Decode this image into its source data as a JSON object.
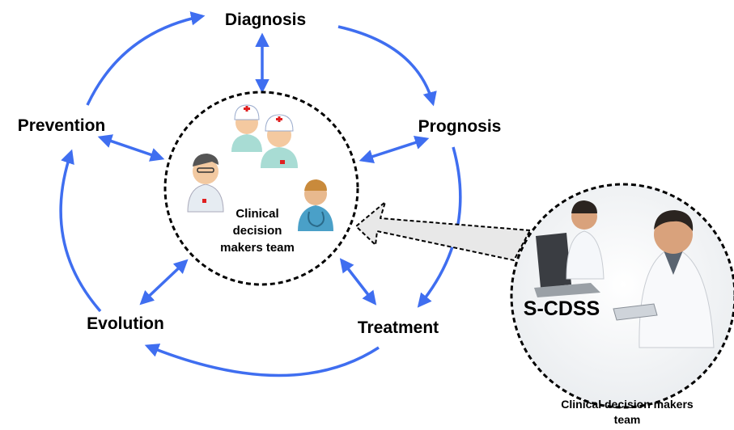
{
  "stages": {
    "diagnosis": "Diagnosis",
    "prognosis": "Prognosis",
    "treatment": "Treatment",
    "evolution": "Evolution",
    "prevention": "Prevention"
  },
  "center": {
    "line1": "Clinical",
    "line2": "decision",
    "line3": "makers team"
  },
  "system": {
    "label": "S-CDSS",
    "caption_line1": "Clinical decision makers",
    "caption_line2": "team"
  },
  "colors": {
    "arrow": "#3f6ef0",
    "ring": "#000000",
    "wide_arrow_fill": "#e8e8e8"
  }
}
